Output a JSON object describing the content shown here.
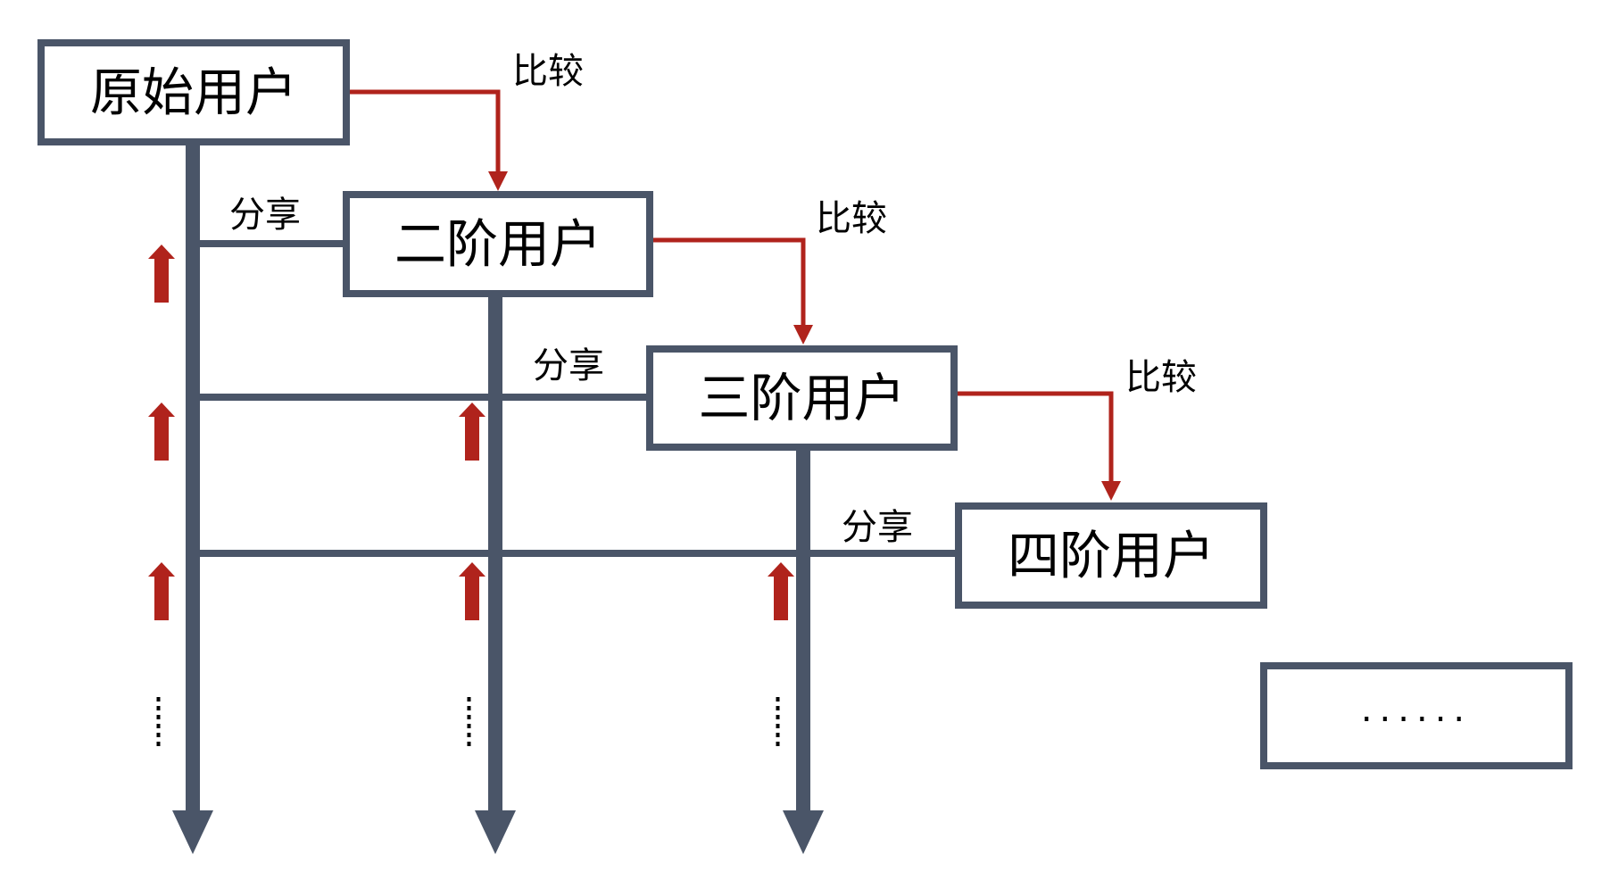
{
  "colors": {
    "structure": "#4a5568",
    "compare_arrow": "#b0231c",
    "upward_arrow": "#b0231c",
    "text": "#000000",
    "background": "#ffffff"
  },
  "nodes": [
    {
      "id": "original-users",
      "label": "原始用户"
    },
    {
      "id": "second-order-users",
      "label": "二阶用户"
    },
    {
      "id": "third-order-users",
      "label": "三阶用户"
    },
    {
      "id": "fourth-order-users",
      "label": "四阶用户"
    },
    {
      "id": "more-users",
      "label": "......"
    }
  ],
  "compare_edges": [
    {
      "from": "original-users",
      "to": "second-order-users",
      "label": "比较"
    },
    {
      "from": "second-order-users",
      "to": "third-order-users",
      "label": "比较"
    },
    {
      "from": "third-order-users",
      "to": "fourth-order-users",
      "label": "比较"
    }
  ],
  "share_edges": [
    {
      "to": "second-order-users",
      "label": "分享"
    },
    {
      "to": "third-order-users",
      "label": "分享"
    },
    {
      "to": "fourth-order-users",
      "label": "分享"
    }
  ],
  "continuation_marker": "⋮"
}
